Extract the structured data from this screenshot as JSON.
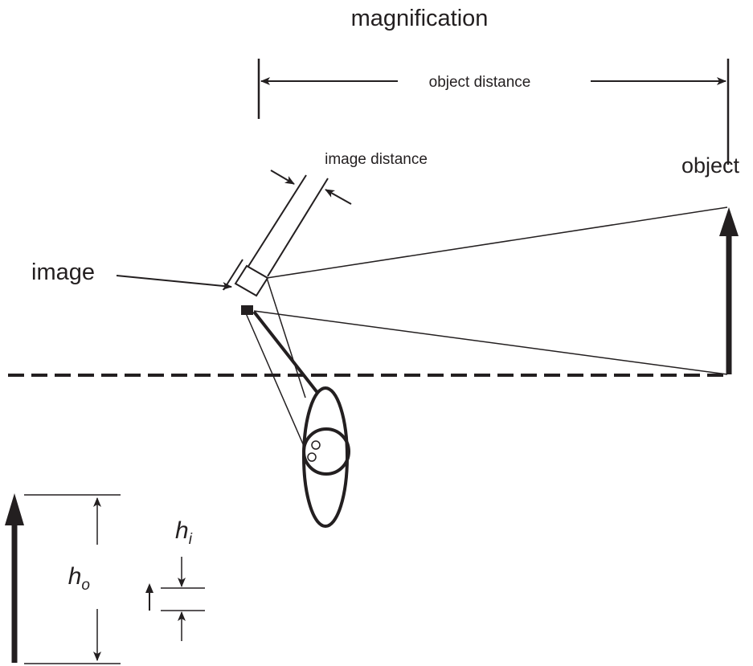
{
  "diagram": {
    "title": "magnification",
    "labels": {
      "object_distance": "object distance",
      "image_distance": "image distance",
      "object": "object",
      "image": "image"
    },
    "heights": {
      "object_height": {
        "symbol": "h",
        "subscript": "o"
      },
      "image_height": {
        "symbol": "h",
        "subscript": "i"
      }
    },
    "colors": {
      "ink": "#231f20",
      "background": "#ffffff"
    }
  }
}
